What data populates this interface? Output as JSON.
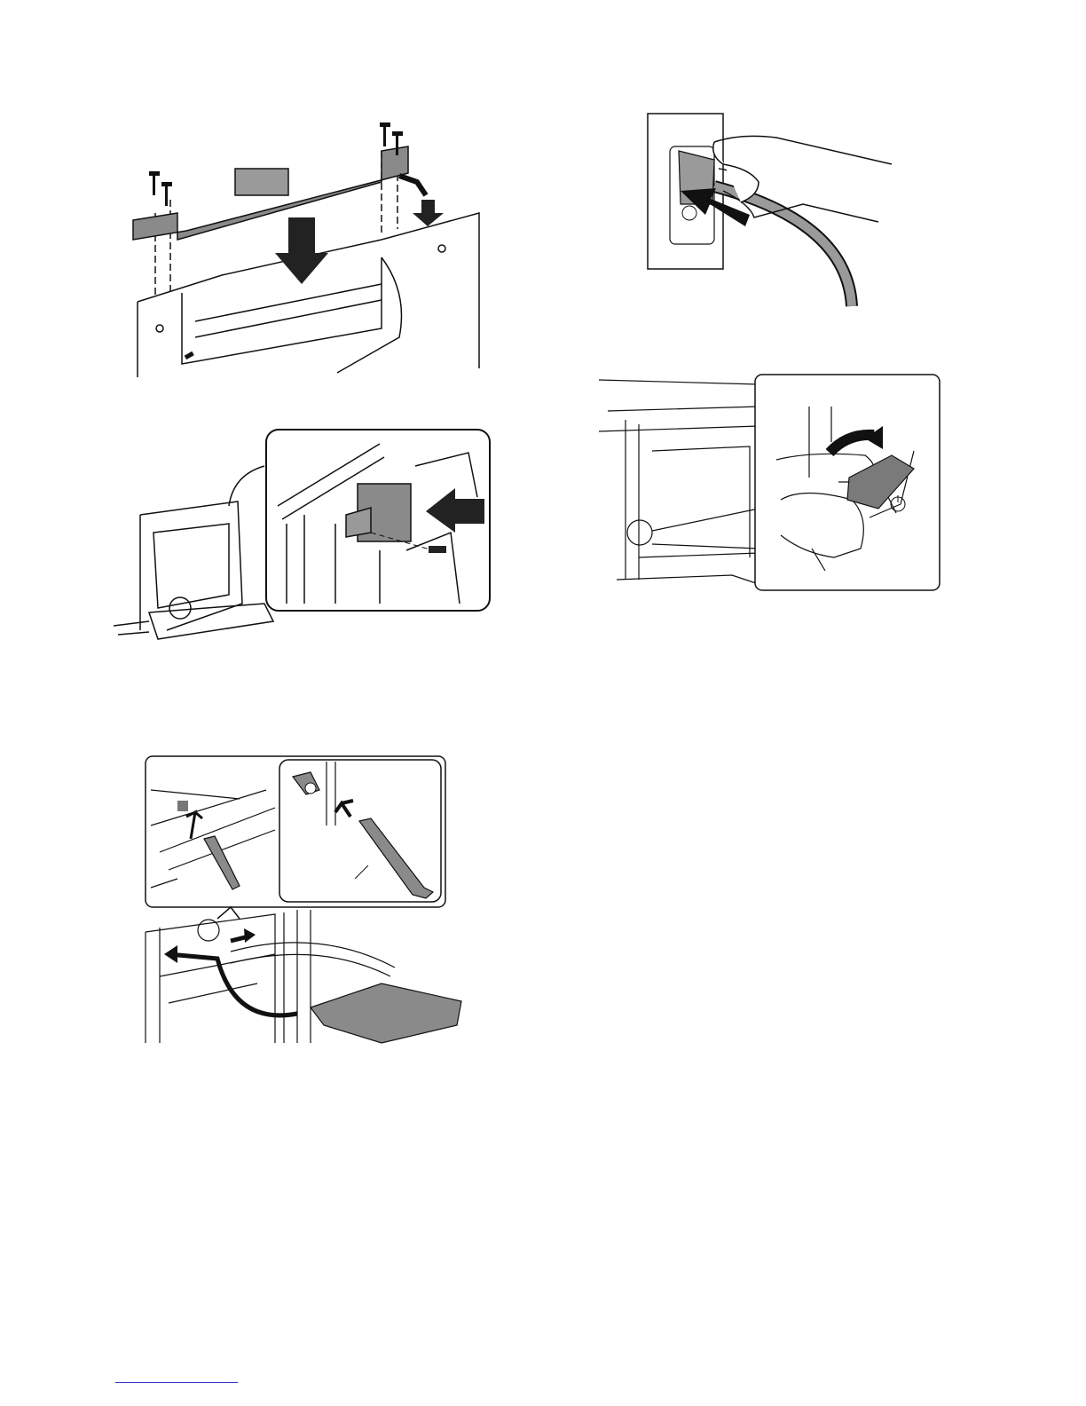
{
  "page": {
    "figures": [
      {
        "id": "fig-1",
        "icon": "bracket-screws-install-illustration"
      },
      {
        "id": "fig-2",
        "icon": "connector-insert-illustration"
      },
      {
        "id": "fig-3",
        "icon": "sensor-lever-tray-illustration"
      },
      {
        "id": "fig-4",
        "icon": "power-plug-outlet-illustration"
      },
      {
        "id": "fig-5",
        "icon": "power-switch-on-illustration"
      }
    ],
    "colors": {
      "line": "#111111",
      "part_gray": "#8a8a8a",
      "light_gray": "#bdbdbd",
      "footer_rule": "#3333cc"
    }
  }
}
